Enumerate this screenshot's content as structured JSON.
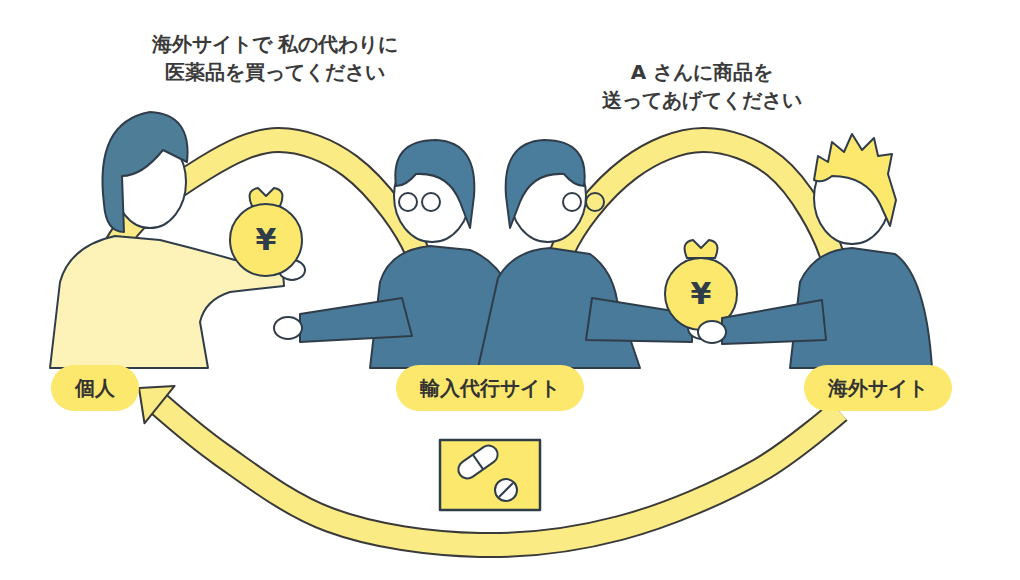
{
  "diagram": {
    "nodes": [
      {
        "text": [
          "個人"
        ]
      },
      {
        "text": [
          "輸入代行サイト"
        ]
      },
      {
        "text": [
          "海外サイト"
        ]
      }
    ],
    "edges": [
      {
        "from": 0,
        "to": 1,
        "arrow": "to"
      },
      {
        "from": 1,
        "to": 2,
        "arrow": "to"
      },
      {
        "from": 2,
        "to": 0,
        "arrow": "to"
      }
    ],
    "labels": [
      "海外サイトで 私の代わりに 医薬品を買ってください",
      "A さんに商品を 送ってあげてください",
      "¥",
      "¥"
    ]
  }
}
